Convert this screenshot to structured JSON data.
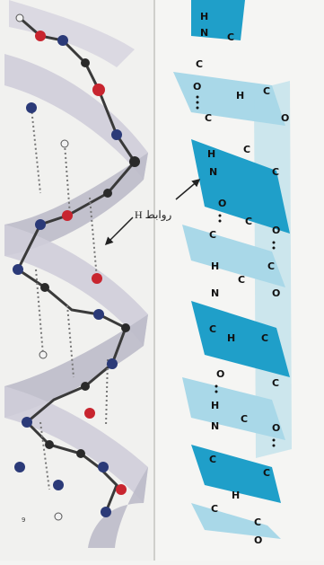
{
  "labels": {
    "hydrogen_bonds": "روابط H",
    "figure_number": "9"
  },
  "atoms": {
    "hydrogen": "H",
    "nitrogen": "N",
    "carbon": "C",
    "oxygen": "O"
  },
  "colors": {
    "helix_dark": "#1f9fc9",
    "helix_light": "#a9d8e8",
    "ribbon": "#c9c7d4",
    "oxygen": "#c8252f",
    "nitrogen": "#2b3a78",
    "carbon": "#2a2a2a",
    "hydrogen": "#f5f5f5"
  }
}
